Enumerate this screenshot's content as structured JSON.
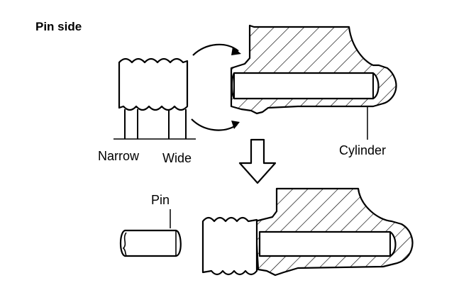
{
  "diagram": {
    "title": "Pin side",
    "labels": {
      "narrow": "Narrow",
      "wide": "Wide",
      "cylinder": "Cylinder",
      "pin": "Pin"
    }
  },
  "colors": {
    "ink": "#000000",
    "paper": "#ffffff"
  }
}
